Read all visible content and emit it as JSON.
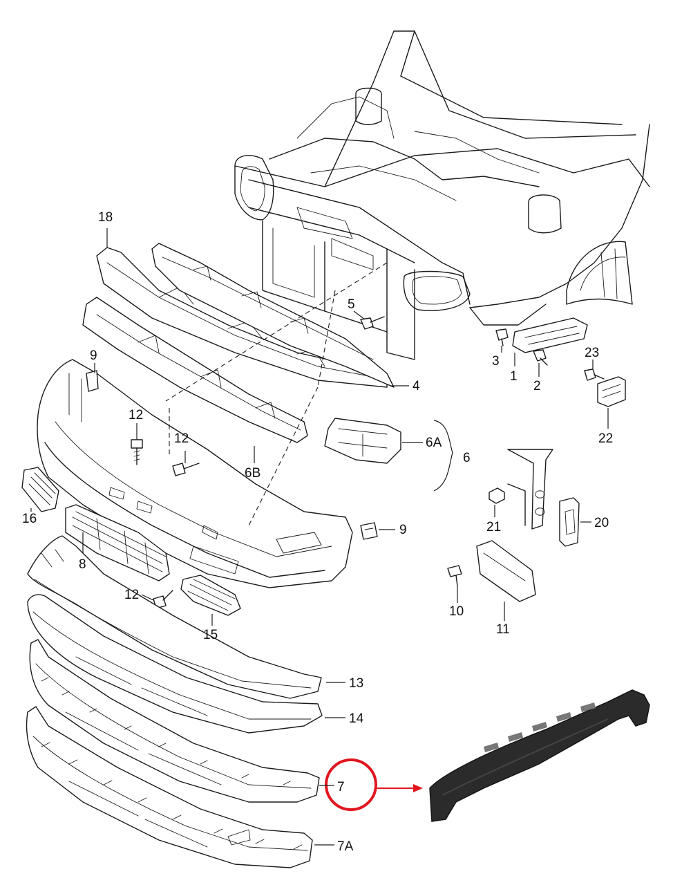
{
  "diagram": {
    "callouts": [
      {
        "id": "c18",
        "text": "18"
      },
      {
        "id": "c5",
        "text": "5"
      },
      {
        "id": "c3",
        "text": "3"
      },
      {
        "id": "c1",
        "text": "1"
      },
      {
        "id": "c2",
        "text": "2"
      },
      {
        "id": "c23",
        "text": "23"
      },
      {
        "id": "c22",
        "text": "22"
      },
      {
        "id": "c4",
        "text": "4"
      },
      {
        "id": "c9a",
        "text": "9"
      },
      {
        "id": "c12a",
        "text": "12"
      },
      {
        "id": "c12b",
        "text": "12"
      },
      {
        "id": "c6b",
        "text": "6B"
      },
      {
        "id": "c6a",
        "text": "6A"
      },
      {
        "id": "c6",
        "text": "6"
      },
      {
        "id": "c16",
        "text": "16"
      },
      {
        "id": "c8",
        "text": "8"
      },
      {
        "id": "c9b",
        "text": "9"
      },
      {
        "id": "c21",
        "text": "21"
      },
      {
        "id": "c20",
        "text": "20"
      },
      {
        "id": "c10",
        "text": "10"
      },
      {
        "id": "c11",
        "text": "11"
      },
      {
        "id": "c12c",
        "text": "12"
      },
      {
        "id": "c15",
        "text": "15"
      },
      {
        "id": "c13",
        "text": "13"
      },
      {
        "id": "c14",
        "text": "14"
      },
      {
        "id": "c7",
        "text": "7"
      },
      {
        "id": "c7a",
        "text": "7A"
      }
    ],
    "colors": {
      "line": "#1a1a1a",
      "highlight": "#e0161f",
      "part_photo": "#2b2b2b"
    }
  }
}
